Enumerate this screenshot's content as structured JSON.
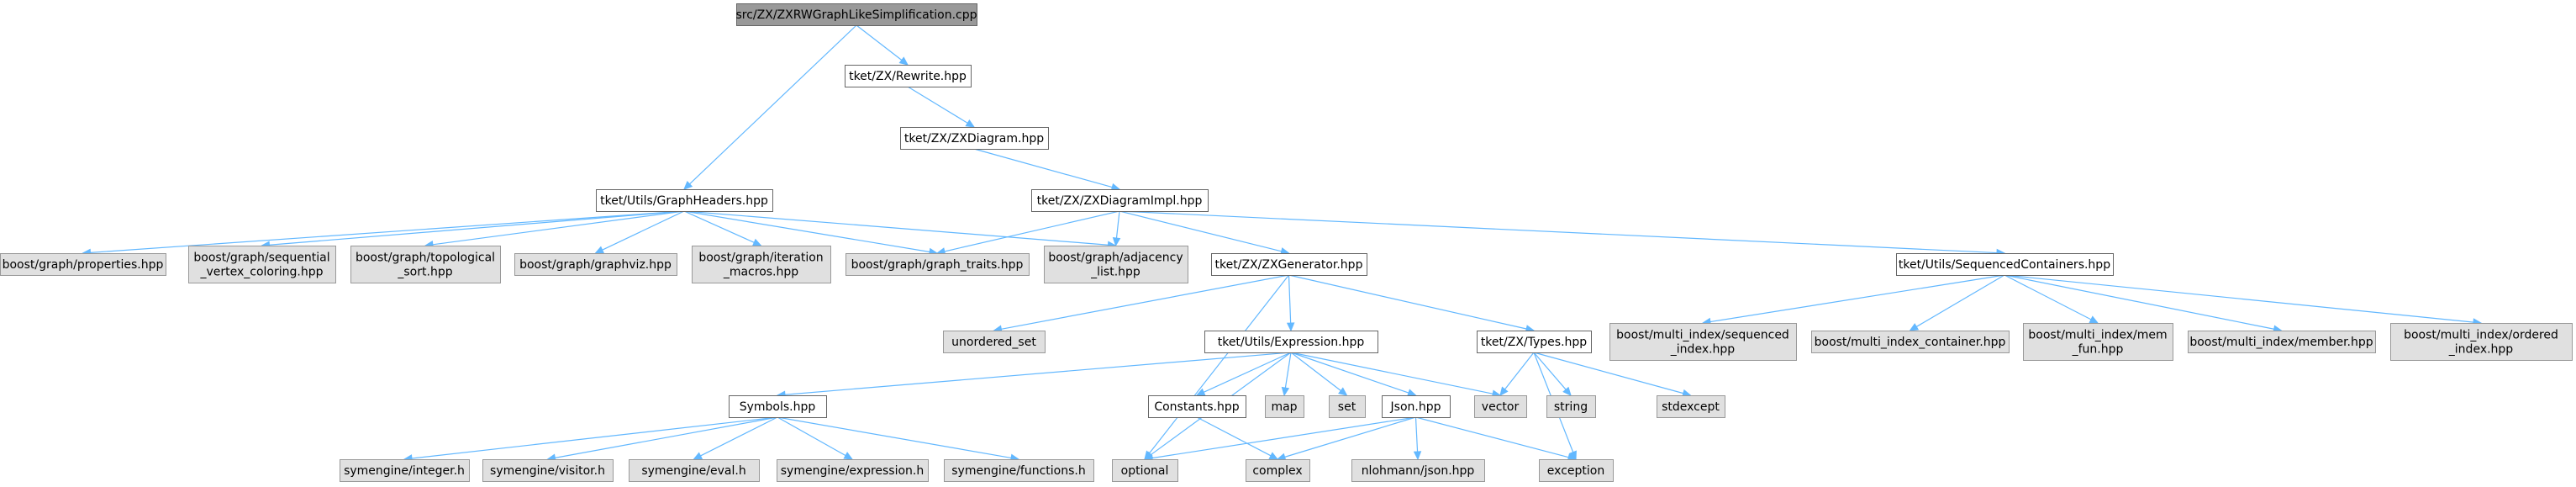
{
  "colors": {
    "edge": "#63b8ff",
    "root_fill": "#999999",
    "project_fill": "#ffffff",
    "external_fill": "#e0e0e0",
    "border": "#666666"
  },
  "nodes": {
    "root": {
      "lines": [
        "src/ZX/ZXRWGraphLikeSimplification.cpp"
      ]
    },
    "rewrite": {
      "lines": [
        "tket/ZX/Rewrite.hpp"
      ]
    },
    "zxdiagram": {
      "lines": [
        "tket/ZX/ZXDiagram.hpp"
      ]
    },
    "zxdiagramimpl": {
      "lines": [
        "tket/ZX/ZXDiagramImpl.hpp"
      ]
    },
    "graphheaders": {
      "lines": [
        "tket/Utils/GraphHeaders.hpp"
      ]
    },
    "properties": {
      "lines": [
        "boost/graph/properties.hpp"
      ]
    },
    "seqcoloring": {
      "lines": [
        "boost/graph/sequential",
        "_vertex_coloring.hpp"
      ]
    },
    "toposort": {
      "lines": [
        "boost/graph/topological",
        "_sort.hpp"
      ]
    },
    "graphviz": {
      "lines": [
        "boost/graph/graphviz.hpp"
      ]
    },
    "itermacros": {
      "lines": [
        "boost/graph/iteration",
        "_macros.hpp"
      ]
    },
    "graphtraits": {
      "lines": [
        "boost/graph/graph_traits.hpp"
      ]
    },
    "adjlist": {
      "lines": [
        "boost/graph/adjacency",
        "_list.hpp"
      ]
    },
    "zxgenerator": {
      "lines": [
        "tket/ZX/ZXGenerator.hpp"
      ]
    },
    "seqcontainers": {
      "lines": [
        "tket/Utils/SequencedContainers.hpp"
      ]
    },
    "unorderedset": {
      "lines": [
        "unordered_set"
      ]
    },
    "expression": {
      "lines": [
        "tket/Utils/Expression.hpp"
      ]
    },
    "types": {
      "lines": [
        "tket/ZX/Types.hpp"
      ]
    },
    "mi_sequenced": {
      "lines": [
        "boost/multi_index/sequenced",
        "_index.hpp"
      ]
    },
    "mi_container": {
      "lines": [
        "boost/multi_index_container.hpp"
      ]
    },
    "mi_memfun": {
      "lines": [
        "boost/multi_index/mem",
        "_fun.hpp"
      ]
    },
    "mi_member": {
      "lines": [
        "boost/multi_index/member.hpp"
      ]
    },
    "mi_ordered": {
      "lines": [
        "boost/multi_index/ordered",
        "_index.hpp"
      ]
    },
    "symbols": {
      "lines": [
        "Symbols.hpp"
      ]
    },
    "constants": {
      "lines": [
        "Constants.hpp"
      ]
    },
    "map": {
      "lines": [
        "map"
      ]
    },
    "set": {
      "lines": [
        "set"
      ]
    },
    "json": {
      "lines": [
        "Json.hpp"
      ]
    },
    "vector": {
      "lines": [
        "vector"
      ]
    },
    "string": {
      "lines": [
        "string"
      ]
    },
    "stdexcept": {
      "lines": [
        "stdexcept"
      ]
    },
    "se_integer": {
      "lines": [
        "symengine/integer.h"
      ]
    },
    "se_visitor": {
      "lines": [
        "symengine/visitor.h"
      ]
    },
    "se_eval": {
      "lines": [
        "symengine/eval.h"
      ]
    },
    "se_expression": {
      "lines": [
        "symengine/expression.h"
      ]
    },
    "se_functions": {
      "lines": [
        "symengine/functions.h"
      ]
    },
    "optional": {
      "lines": [
        "optional"
      ]
    },
    "complex": {
      "lines": [
        "complex"
      ]
    },
    "nlohmann": {
      "lines": [
        "nlohmann/json.hpp"
      ]
    },
    "exception": {
      "lines": [
        "exception"
      ]
    }
  },
  "edges": [
    [
      "root",
      "rewrite"
    ],
    [
      "root",
      "graphheaders"
    ],
    [
      "rewrite",
      "zxdiagram"
    ],
    [
      "zxdiagram",
      "zxdiagramimpl"
    ],
    [
      "zxdiagramimpl",
      "adjlist"
    ],
    [
      "zxdiagramimpl",
      "graphtraits"
    ],
    [
      "zxdiagramimpl",
      "zxgenerator"
    ],
    [
      "zxdiagramimpl",
      "seqcontainers"
    ],
    [
      "graphheaders",
      "properties"
    ],
    [
      "graphheaders",
      "seqcoloring"
    ],
    [
      "graphheaders",
      "toposort"
    ],
    [
      "graphheaders",
      "graphviz"
    ],
    [
      "graphheaders",
      "itermacros"
    ],
    [
      "graphheaders",
      "graphtraits"
    ],
    [
      "graphheaders",
      "adjlist"
    ],
    [
      "zxgenerator",
      "unorderedset"
    ],
    [
      "zxgenerator",
      "expression"
    ],
    [
      "zxgenerator",
      "types"
    ],
    [
      "zxgenerator",
      "optional"
    ],
    [
      "seqcontainers",
      "mi_sequenced"
    ],
    [
      "seqcontainers",
      "mi_container"
    ],
    [
      "seqcontainers",
      "mi_memfun"
    ],
    [
      "seqcontainers",
      "mi_member"
    ],
    [
      "seqcontainers",
      "mi_ordered"
    ],
    [
      "expression",
      "symbols"
    ],
    [
      "expression",
      "constants"
    ],
    [
      "expression",
      "map"
    ],
    [
      "expression",
      "set"
    ],
    [
      "expression",
      "json"
    ],
    [
      "expression",
      "vector"
    ],
    [
      "expression",
      "optional"
    ],
    [
      "types",
      "vector"
    ],
    [
      "types",
      "string"
    ],
    [
      "types",
      "stdexcept"
    ],
    [
      "types",
      "exception"
    ],
    [
      "symbols",
      "se_integer"
    ],
    [
      "symbols",
      "se_visitor"
    ],
    [
      "symbols",
      "se_eval"
    ],
    [
      "symbols",
      "se_expression"
    ],
    [
      "symbols",
      "se_functions"
    ],
    [
      "constants",
      "complex"
    ],
    [
      "json",
      "optional"
    ],
    [
      "json",
      "complex"
    ],
    [
      "json",
      "nlohmann"
    ],
    [
      "json",
      "exception"
    ]
  ]
}
